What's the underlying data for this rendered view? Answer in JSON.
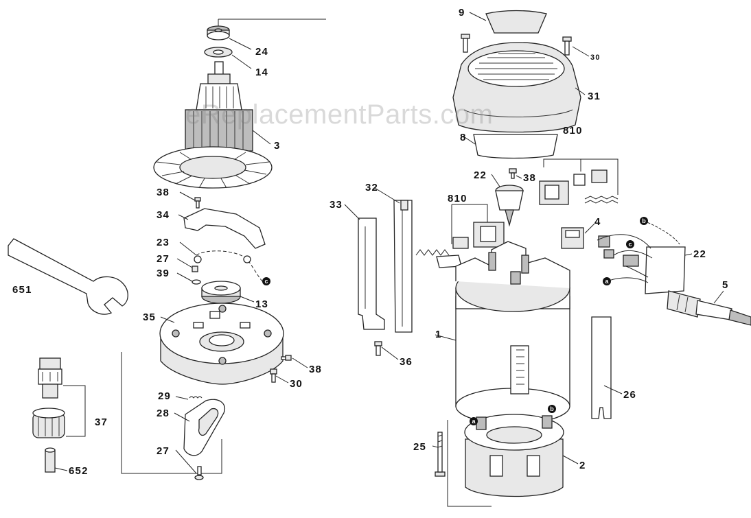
{
  "watermark": "eReplacementParts.com",
  "callouts": {
    "c24": "24",
    "c14": "14",
    "c3": "3",
    "c38a": "38",
    "c34": "34",
    "c23": "23",
    "c27a": "27",
    "c39": "39",
    "c13": "13",
    "c651": "651",
    "c35": "35",
    "c38b": "38",
    "c30a": "30",
    "c29": "29",
    "c28": "28",
    "c27b": "27",
    "c37": "37",
    "c652": "652",
    "c9": "9",
    "c30b": "30",
    "c31": "31",
    "c8": "8",
    "c810a": "810",
    "c22a": "22",
    "c38c": "38",
    "c32": "32",
    "c33": "33",
    "c810b": "810",
    "c4": "4",
    "c22b": "22",
    "c5": "5",
    "c1": "1",
    "c36": "36",
    "c26": "26",
    "c25": "25",
    "c2": "2"
  },
  "wire_markers": {
    "a": "a",
    "b": "b",
    "c": "c"
  }
}
